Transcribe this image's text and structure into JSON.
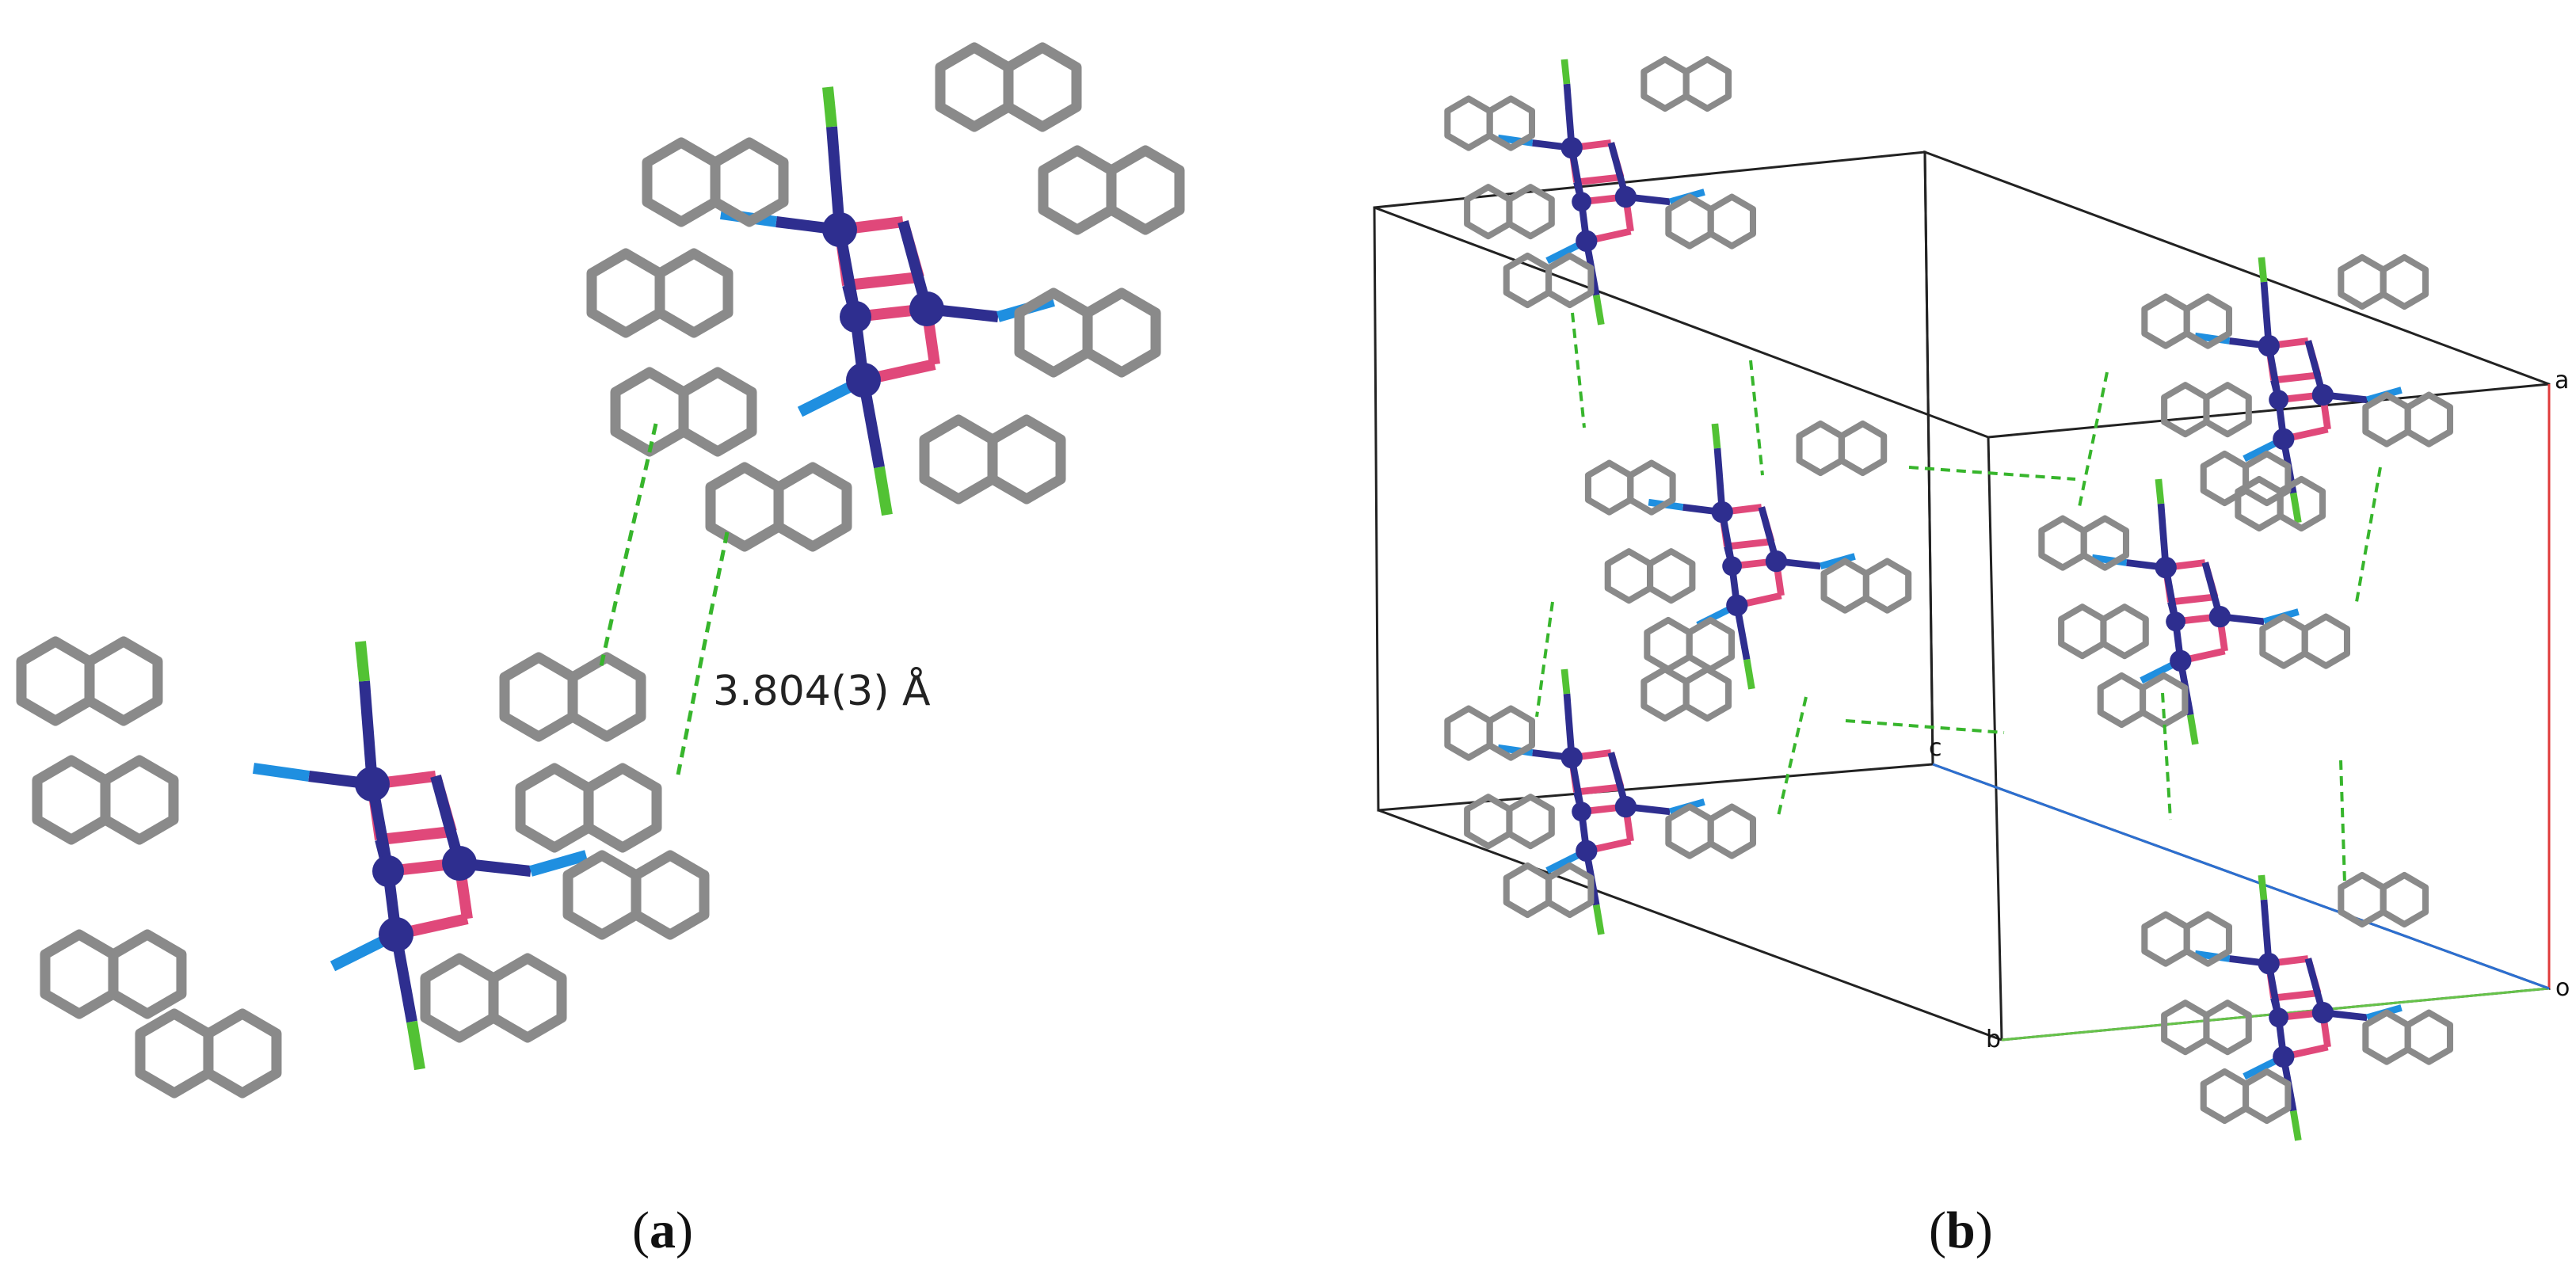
{
  "panels": [
    {
      "caption_prefix": "(",
      "caption_letter": "a",
      "caption_suffix": ")",
      "distance_label": "3.804(3) Å"
    },
    {
      "caption_prefix": "(",
      "caption_letter": "b",
      "caption_suffix": ")",
      "axis_labels": {
        "a": "a",
        "b": "b",
        "c": "c",
        "o": "o"
      }
    }
  ],
  "colors": {
    "carbon": "#8a8a8a",
    "nitrogen": "#1f8fe0",
    "oxygen": "#e0487a",
    "metal": "#2e2e8f",
    "chlorine": "#52c234",
    "contact": "#37b52c",
    "cell": "#222222",
    "axis_a": "#e03b3b",
    "axis_b": "#66c34a",
    "axis_c": "#2c6fd1"
  }
}
